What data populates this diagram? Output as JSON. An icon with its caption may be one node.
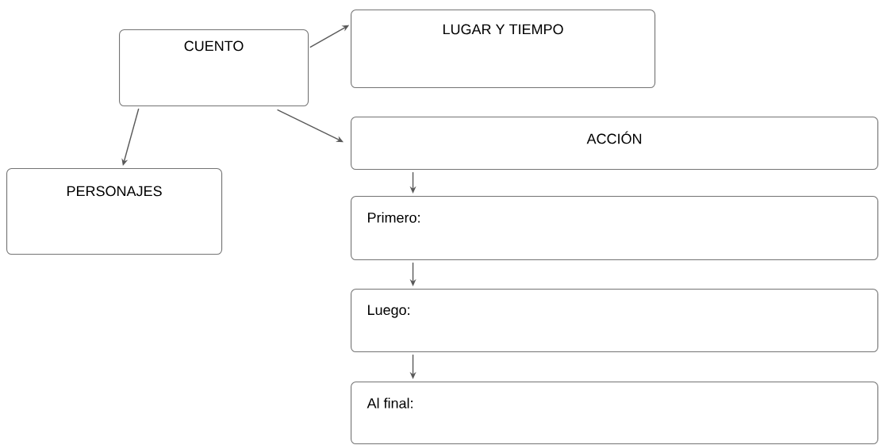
{
  "diagram": {
    "nodes": [
      {
        "text": [
          "CUENTO"
        ]
      },
      {
        "text": [
          "LUGAR Y TIEMPO"
        ]
      },
      {
        "text": [
          "PERSONAJES"
        ]
      },
      {
        "text": [
          "ACCIÓN"
        ]
      },
      {
        "text": [
          "Primero:"
        ]
      },
      {
        "text": [
          "Luego:"
        ]
      },
      {
        "text": [
          "Al final:"
        ]
      }
    ],
    "edges": [
      {
        "from": 0,
        "to": 1,
        "arrow": "to"
      },
      {
        "from": 0,
        "to": 3,
        "arrow": "to"
      },
      {
        "from": 0,
        "to": 2,
        "arrow": "to"
      },
      {
        "from": 3,
        "to": 4,
        "arrow": "to"
      },
      {
        "from": 4,
        "to": 5,
        "arrow": "to"
      },
      {
        "from": 5,
        "to": 6,
        "arrow": "to"
      }
    ]
  }
}
